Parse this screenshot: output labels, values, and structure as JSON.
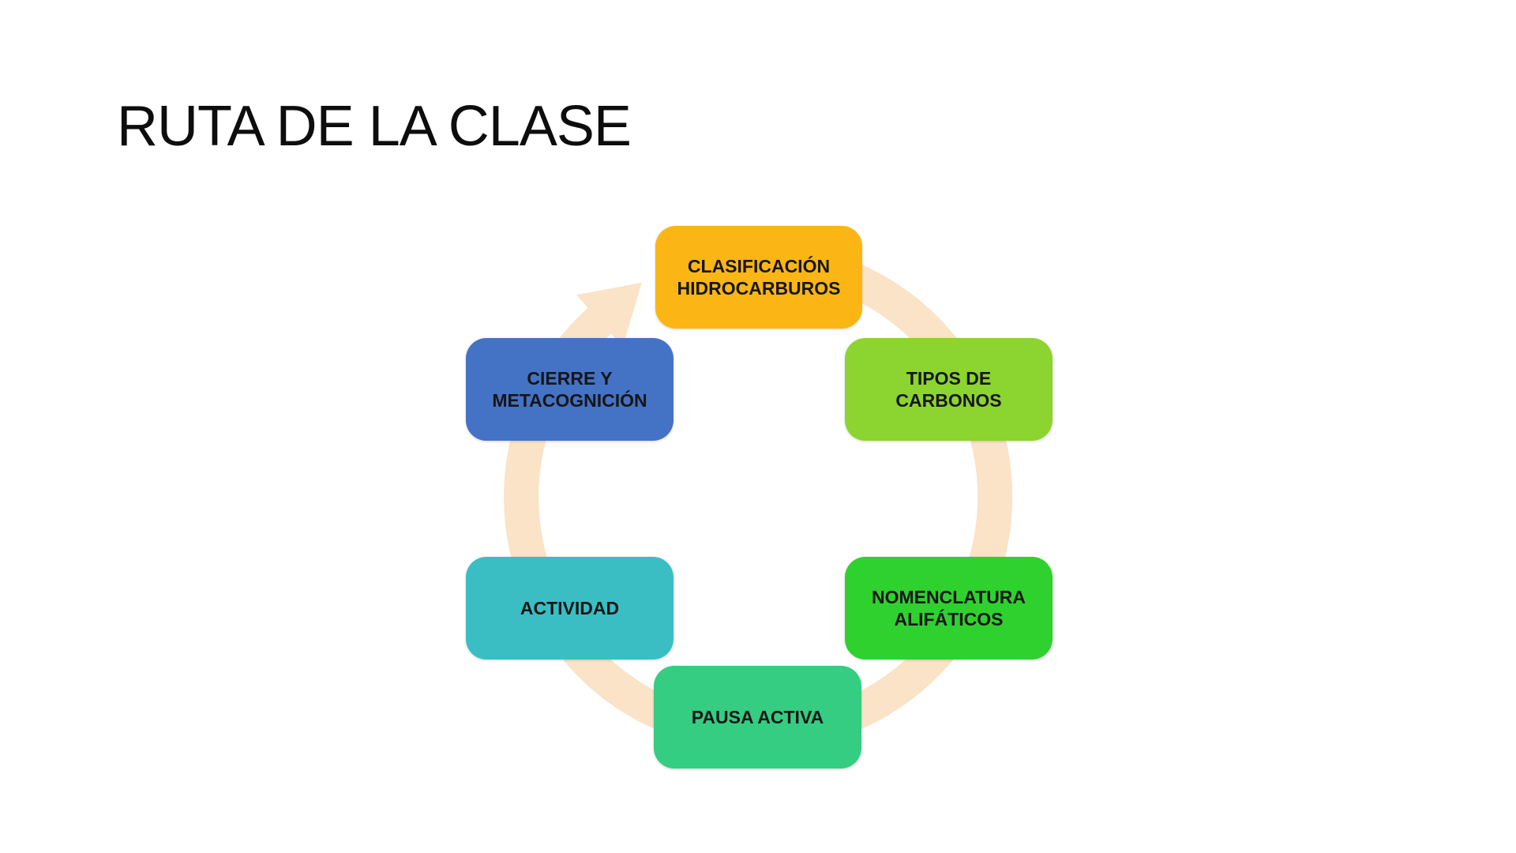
{
  "slide": {
    "title": "RUTA DE LA CLASE",
    "background_color": "#FFFFFF",
    "title_color": "#0D0D0D"
  },
  "cycle": {
    "type": "cycle-diagram",
    "direction": "clockwise",
    "ring_color": "#FAE3C6",
    "label_text_color": "#161616",
    "steps": [
      {
        "label": "CLASIFICACIÓN\nHIDROCARBUROS",
        "color": "#FBB615",
        "position": "top"
      },
      {
        "label": "TIPOS DE\nCARBONOS",
        "color": "#8CD430",
        "position": "top-right"
      },
      {
        "label": "NOMENCLATURA\nALIFÁTICOS",
        "color": "#2FD12F",
        "position": "bottom-right"
      },
      {
        "label": "PAUSA ACTIVA",
        "color": "#34CD82",
        "position": "bottom"
      },
      {
        "label": "ACTIVIDAD",
        "color": "#3ABEC4",
        "position": "bottom-left"
      },
      {
        "label": "CIERRE Y\nMETACOGNICIÓN",
        "color": "#4472C4",
        "position": "top-left"
      }
    ]
  }
}
